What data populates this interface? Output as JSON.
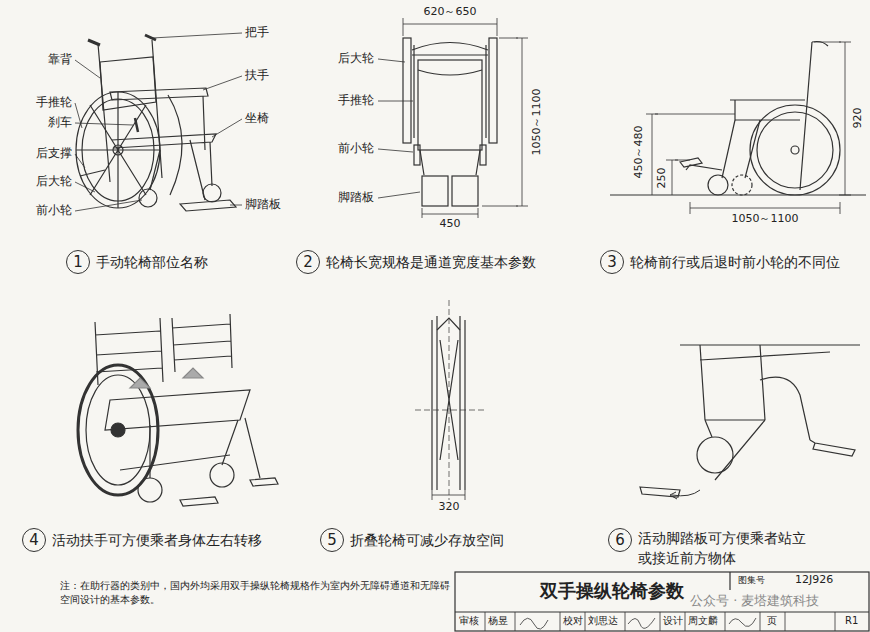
{
  "diagram": {
    "title": "双手操纵轮椅参数",
    "nodes": [
      {
        "text": [
          "1",
          "手动轮椅部位名称"
        ]
      },
      {
        "text": [
          "2",
          "轮椅长宽规格是通道宽度基本参数"
        ]
      },
      {
        "text": [
          "3",
          "轮椅前行或后退时前小轮的不同位"
        ]
      },
      {
        "text": [
          "4",
          "活动扶手可方便乘者身体左右转移"
        ]
      },
      {
        "text": [
          "5",
          "折叠轮椅可减少存放空间"
        ]
      },
      {
        "text": [
          "6",
          "活动脚踏板可方便乘者站立 或接近前方物体"
        ]
      }
    ],
    "labels": [
      "把手",
      "靠背",
      "扶手",
      "手推轮",
      "刹车",
      "坐椅",
      "后支撑",
      "后大轮",
      "前小轮",
      "脚踏板",
      "620～650",
      "后大轮",
      "手推轮",
      "前小轮",
      "1050～1100",
      "脚踏板",
      "450",
      "450～480",
      "250",
      "920",
      "1050～1100",
      "320",
      "注：在助行器的类别中，国内外均采用双手操纵轮椅规格作为室内外无障碍通道和无障碍空间设计的基本参数。",
      "图集号",
      "12J926",
      "审核",
      "杨昱",
      "校对",
      "刘思达",
      "设计",
      "周文麟",
      "页",
      "R1",
      "公众号 · 麦塔建筑科技"
    ]
  }
}
